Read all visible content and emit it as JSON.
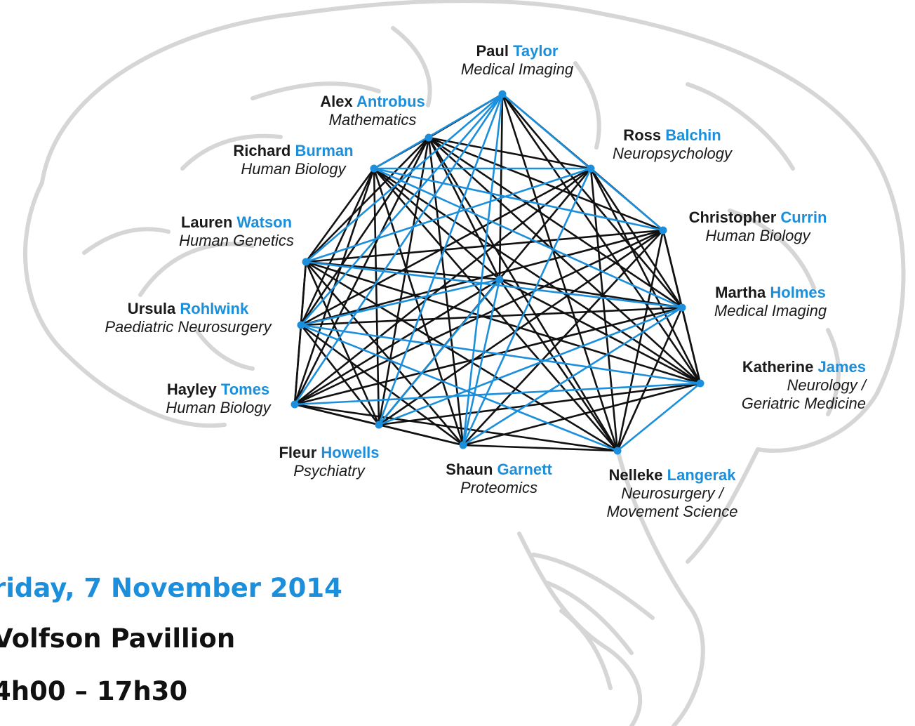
{
  "colors": {
    "accent": "#1b8fdc",
    "edge_dark": "#111111",
    "edge_blue": "#1b8fdc",
    "brain": "#d6d6d6"
  },
  "nodes": [
    {
      "id": "taylor",
      "first": "Paul",
      "last": "Taylor",
      "field": [
        "Medical Imaging"
      ]
    },
    {
      "id": "antrobus",
      "first": "Alex",
      "last": "Antrobus",
      "field": [
        "Mathematics"
      ]
    },
    {
      "id": "balchin",
      "first": "Ross",
      "last": "Balchin",
      "field": [
        "Neuropsychology"
      ]
    },
    {
      "id": "burman",
      "first": "Richard",
      "last": "Burman",
      "field": [
        "Human Biology"
      ]
    },
    {
      "id": "currin",
      "first": "Christopher",
      "last": "Currin",
      "field": [
        "Human Biology"
      ]
    },
    {
      "id": "watson",
      "first": "Lauren",
      "last": "Watson",
      "field": [
        "Human Genetics"
      ]
    },
    {
      "id": "holmes",
      "first": "Martha",
      "last": "Holmes",
      "field": [
        "Medical Imaging"
      ]
    },
    {
      "id": "rohlwink",
      "first": "Ursula",
      "last": "Rohlwink",
      "field": [
        "Paediatric Neurosurgery"
      ]
    },
    {
      "id": "james",
      "first": "Katherine",
      "last": "James",
      "field": [
        "Neurology /",
        "Geriatric Medicine"
      ]
    },
    {
      "id": "tomes",
      "first": "Hayley",
      "last": "Tomes",
      "field": [
        "Human Biology"
      ]
    },
    {
      "id": "howells",
      "first": "Fleur",
      "last": "Howells",
      "field": [
        "Psychiatry"
      ]
    },
    {
      "id": "garnett",
      "first": "Shaun",
      "last": "Garnett",
      "field": [
        "Proteomics"
      ]
    },
    {
      "id": "langerak",
      "first": "Nelleke",
      "last": "Langerak",
      "field": [
        "Neurosurgery /",
        "Movement Science"
      ]
    },
    {
      "id": "center",
      "first": "",
      "last": "",
      "field": []
    }
  ],
  "edges": [
    [
      "taylor",
      "antrobus",
      "d"
    ],
    [
      "taylor",
      "balchin",
      "d"
    ],
    [
      "taylor",
      "center",
      "d"
    ],
    [
      "taylor",
      "burman",
      "b"
    ],
    [
      "taylor",
      "watson",
      "b"
    ],
    [
      "taylor",
      "rohlwink",
      "b"
    ],
    [
      "taylor",
      "tomes",
      "b"
    ],
    [
      "taylor",
      "howells",
      "b"
    ],
    [
      "taylor",
      "garnett",
      "b"
    ],
    [
      "taylor",
      "currin",
      "b"
    ],
    [
      "taylor",
      "holmes",
      "d"
    ],
    [
      "taylor",
      "james",
      "d"
    ],
    [
      "taylor",
      "langerak",
      "d"
    ],
    [
      "antrobus",
      "balchin",
      "d"
    ],
    [
      "antrobus",
      "currin",
      "d"
    ],
    [
      "antrobus",
      "holmes",
      "d"
    ],
    [
      "antrobus",
      "james",
      "d"
    ],
    [
      "antrobus",
      "langerak",
      "d"
    ],
    [
      "antrobus",
      "garnett",
      "d"
    ],
    [
      "antrobus",
      "howells",
      "d"
    ],
    [
      "antrobus",
      "tomes",
      "d"
    ],
    [
      "antrobus",
      "rohlwink",
      "d"
    ],
    [
      "antrobus",
      "watson",
      "d"
    ],
    [
      "antrobus",
      "burman",
      "d"
    ],
    [
      "antrobus",
      "center",
      "d"
    ],
    [
      "burman",
      "balchin",
      "b"
    ],
    [
      "burman",
      "currin",
      "b"
    ],
    [
      "burman",
      "holmes",
      "b"
    ],
    [
      "burman",
      "james",
      "d"
    ],
    [
      "burman",
      "langerak",
      "d"
    ],
    [
      "burman",
      "garnett",
      "d"
    ],
    [
      "burman",
      "howells",
      "d"
    ],
    [
      "burman",
      "tomes",
      "d"
    ],
    [
      "burman",
      "rohlwink",
      "d"
    ],
    [
      "burman",
      "watson",
      "d"
    ],
    [
      "burman",
      "center",
      "d"
    ],
    [
      "balchin",
      "watson",
      "b"
    ],
    [
      "balchin",
      "rohlwink",
      "d"
    ],
    [
      "balchin",
      "tomes",
      "d"
    ],
    [
      "balchin",
      "howells",
      "d"
    ],
    [
      "balchin",
      "garnett",
      "b"
    ],
    [
      "balchin",
      "langerak",
      "d"
    ],
    [
      "balchin",
      "james",
      "d"
    ],
    [
      "balchin",
      "currin",
      "d"
    ],
    [
      "balchin",
      "holmes",
      "d"
    ],
    [
      "currin",
      "watson",
      "d"
    ],
    [
      "currin",
      "rohlwink",
      "d"
    ],
    [
      "currin",
      "tomes",
      "d"
    ],
    [
      "currin",
      "howells",
      "d"
    ],
    [
      "currin",
      "garnett",
      "d"
    ],
    [
      "currin",
      "langerak",
      "d"
    ],
    [
      "currin",
      "james",
      "d"
    ],
    [
      "currin",
      "holmes",
      "d"
    ],
    [
      "watson",
      "holmes",
      "b"
    ],
    [
      "watson",
      "james",
      "d"
    ],
    [
      "watson",
      "langerak",
      "d"
    ],
    [
      "watson",
      "garnett",
      "d"
    ],
    [
      "watson",
      "howells",
      "d"
    ],
    [
      "watson",
      "tomes",
      "d"
    ],
    [
      "watson",
      "rohlwink",
      "d"
    ],
    [
      "watson",
      "center",
      "d"
    ],
    [
      "rohlwink",
      "holmes",
      "d"
    ],
    [
      "rohlwink",
      "james",
      "b"
    ],
    [
      "rohlwink",
      "langerak",
      "b"
    ],
    [
      "rohlwink",
      "garnett",
      "d"
    ],
    [
      "rohlwink",
      "howells",
      "d"
    ],
    [
      "rohlwink",
      "tomes",
      "d"
    ],
    [
      "rohlwink",
      "center",
      "b"
    ],
    [
      "tomes",
      "holmes",
      "d"
    ],
    [
      "tomes",
      "james",
      "b"
    ],
    [
      "tomes",
      "langerak",
      "d"
    ],
    [
      "tomes",
      "garnett",
      "d"
    ],
    [
      "tomes",
      "howells",
      "d"
    ],
    [
      "tomes",
      "center",
      "d"
    ],
    [
      "howells",
      "holmes",
      "b"
    ],
    [
      "howells",
      "james",
      "d"
    ],
    [
      "howells",
      "garnett",
      "d"
    ],
    [
      "howells",
      "center",
      "b"
    ],
    [
      "garnett",
      "holmes",
      "b"
    ],
    [
      "garnett",
      "james",
      "d"
    ],
    [
      "garnett",
      "langerak",
      "d"
    ],
    [
      "garnett",
      "center",
      "b"
    ],
    [
      "langerak",
      "holmes",
      "d"
    ],
    [
      "langerak",
      "james",
      "b"
    ],
    [
      "holmes",
      "james",
      "d"
    ],
    [
      "holmes",
      "center",
      "d"
    ],
    [
      "james",
      "center",
      "d"
    ],
    [
      "center",
      "langerak",
      "d"
    ]
  ],
  "event": {
    "date": "riday, 7 November 2014",
    "venue": "Volfson Pavillion",
    "time": "4h00 – 17h30"
  }
}
